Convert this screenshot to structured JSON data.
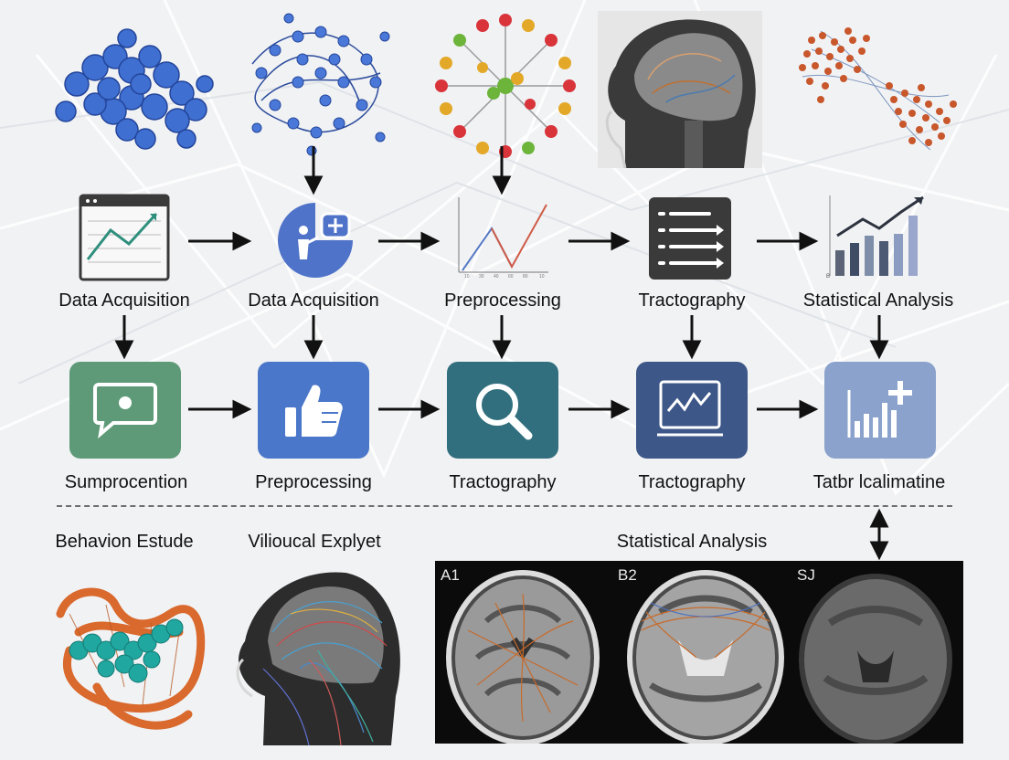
{
  "rows": {
    "top_labels": [
      "Data Acquisition",
      "Data Acquisition",
      "Preprocessing",
      "Tractography",
      "Statistical Analysis"
    ],
    "tile_labels": [
      "Sumprocention",
      "Preprocessing",
      "Tractography",
      "Tractography",
      "Tatbr lcalimatine"
    ]
  },
  "bottom": {
    "left_label": "Behavion Estude",
    "middle_label": "Vilioucal Explyet",
    "scans_label": "Statistical Analysis",
    "scan_tags": [
      "A1",
      "B2",
      "SJ"
    ]
  },
  "colors": {
    "tile_green": "#5e9a78",
    "tile_blue": "#4a77c9",
    "tile_teal": "#316f7e",
    "tile_navy": "#3c5788",
    "tile_lavender": "#8aa2cc",
    "protein_blue": "#3f6fd0",
    "arrow": "#111111"
  },
  "icons": [
    "chart-window-icon",
    "pie-person-icon",
    "line-graph-icon",
    "list-arrows-icon",
    "bar-chart-icon",
    "chat-icon",
    "thumbs-up-icon",
    "magnifier-icon",
    "monitor-graph-icon",
    "bar-plus-icon"
  ]
}
